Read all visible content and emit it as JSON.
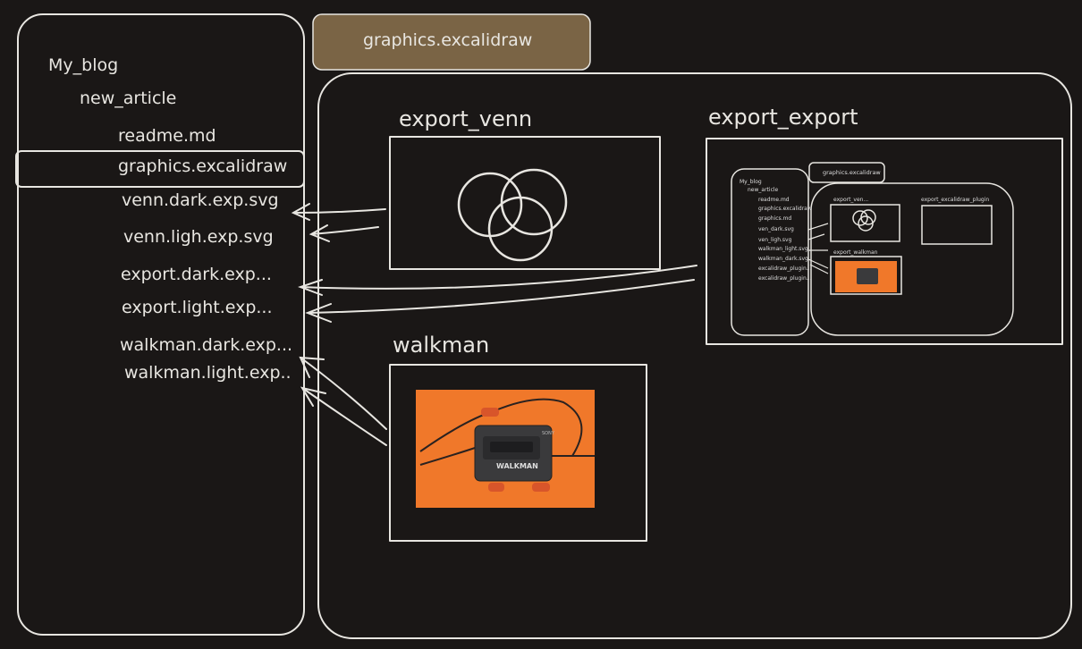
{
  "file_tree": {
    "root": "My_blog",
    "folder": "new_article",
    "items": [
      "readme.md",
      "graphics.excalidraw",
      "venn.dark.exp.svg",
      "venn.ligh.exp.svg",
      "export.dark.exp...",
      "export.light.exp...",
      "walkman.dark.exp...",
      "walkman.light.exp.."
    ],
    "selected_index": 1
  },
  "tab": {
    "label": "graphics.excalidraw",
    "color": "#7a6445"
  },
  "frames": {
    "venn": {
      "title": "export_venn"
    },
    "export": {
      "title": "export_export"
    },
    "walkman": {
      "title": "walkman"
    }
  },
  "walkman_image": {
    "brand_text": "WALKMAN",
    "maker_text": "SONY",
    "bg_color": "#f0782a"
  },
  "mini": {
    "tab_label": "graphics.excalidraw",
    "root": "My_blog",
    "folder": "new_article",
    "items": [
      "readme.md",
      "graphics.excalidraw",
      "graphics.md",
      "ven_dark.svg",
      "ven_ligh.svg",
      "walkman_light.svg",
      "walkman_dark.svg",
      "excalidraw_plugin...",
      "excalidraw_plugin..."
    ],
    "frame_venn": "export_ven...",
    "frame_plugin": "export_excalidraw_plugin",
    "frame_walkman": "export_walkman"
  },
  "colors": {
    "background": "#1a1716",
    "stroke": "#e8e6e1",
    "tab_fill": "#7a6445"
  }
}
